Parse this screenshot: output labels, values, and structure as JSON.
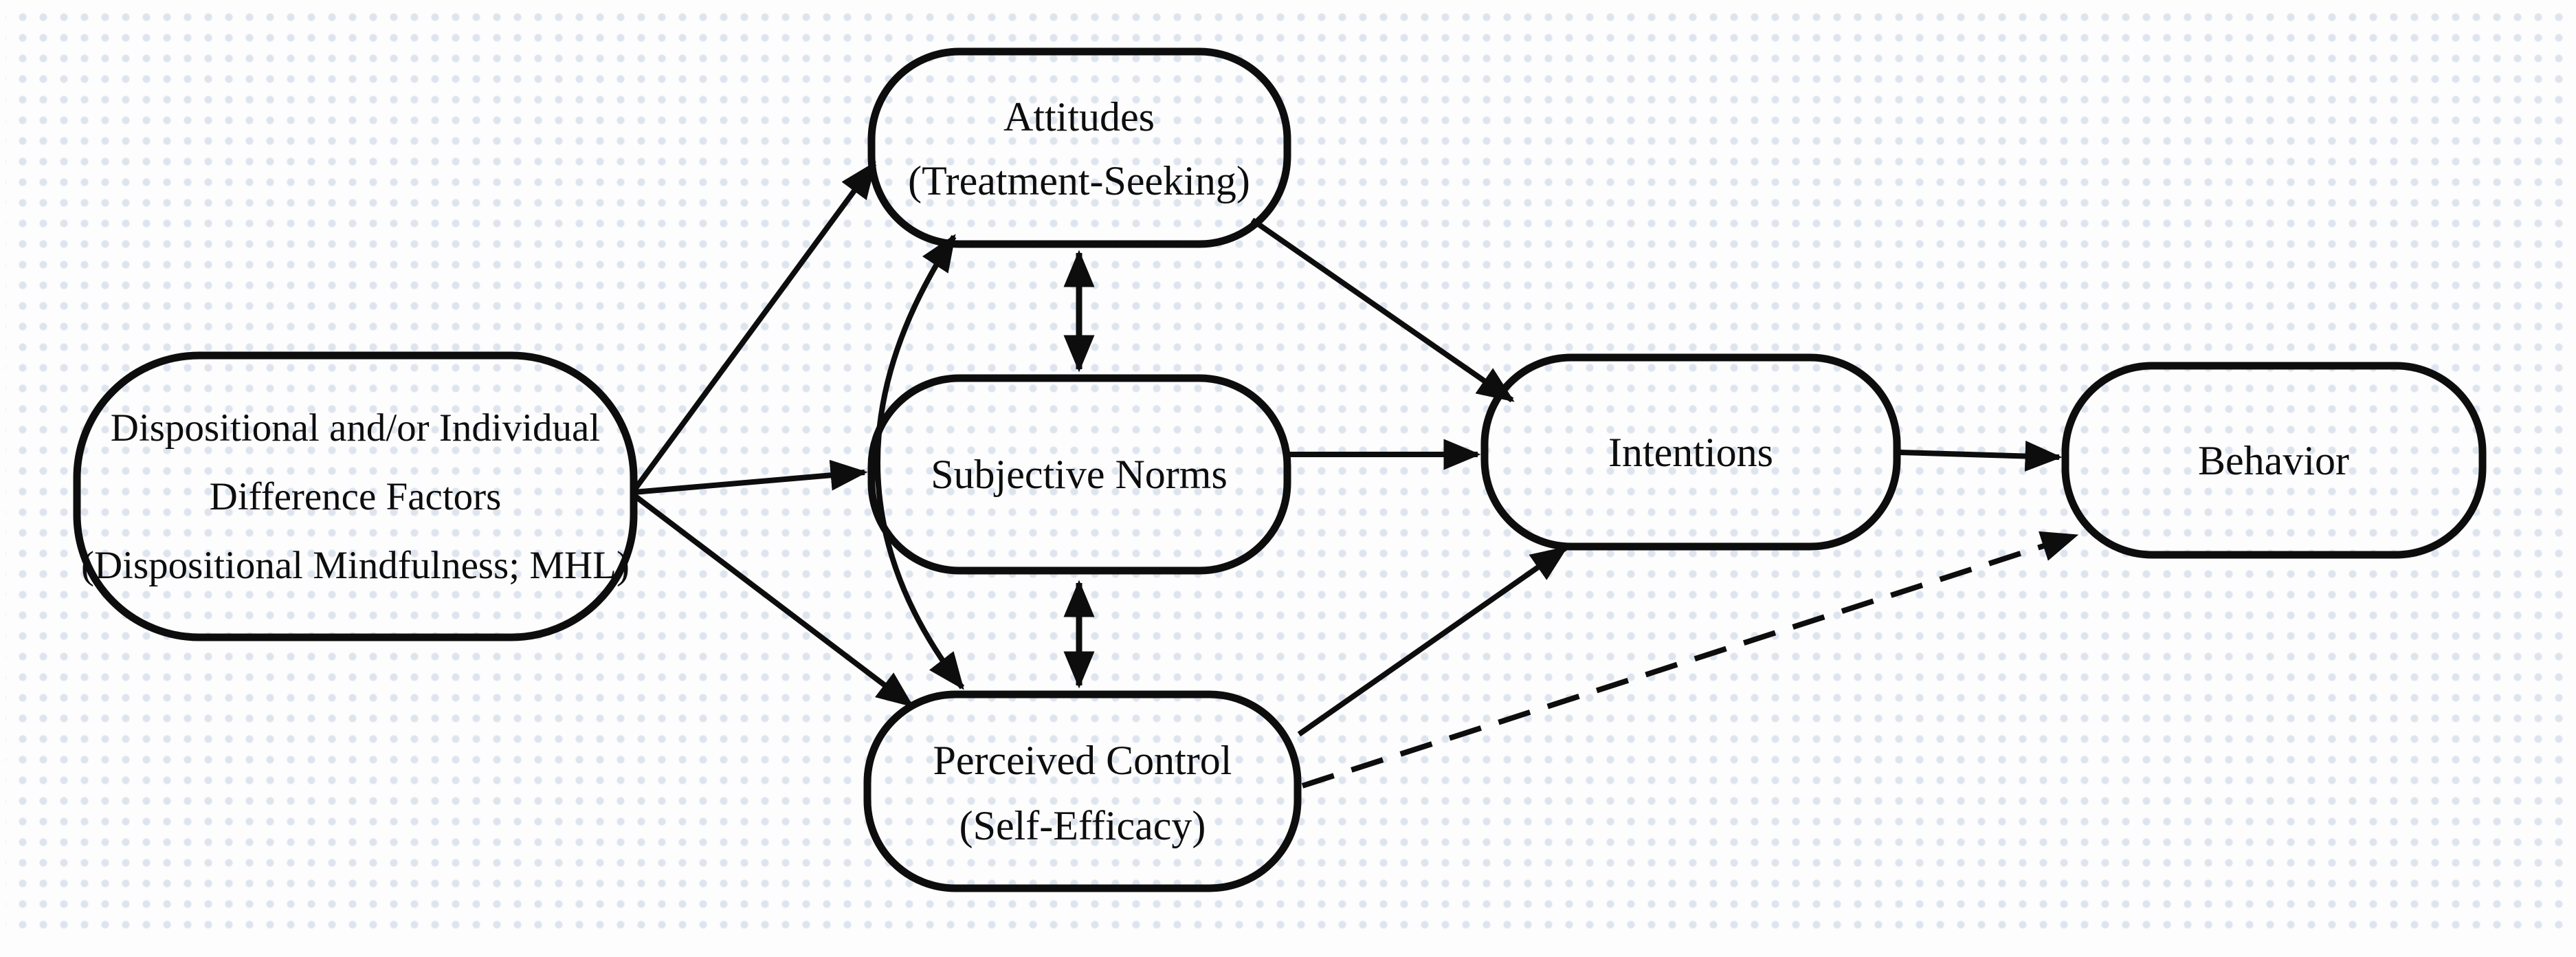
{
  "diagram": {
    "type": "path-model-flowchart",
    "background": {
      "base_color": "#fdfdfe",
      "dot_color": "#dde4ee",
      "line_color": "#0d0d0d",
      "text_color": "#0d0d0d"
    },
    "nodes": {
      "dispositional": {
        "label": "Dispositional and/or Individual Difference Factors (Dispositional Mindfulness; MHL)",
        "lines": [
          "Dispositional and/or Individual",
          "Difference Factors",
          "(Dispositional Mindfulness; MHL)"
        ]
      },
      "attitudes": {
        "label": "Attitudes (Treatment-Seeking)",
        "lines": [
          "Attitudes",
          "(Treatment-Seeking)"
        ]
      },
      "subjective_norms": {
        "label": "Subjective Norms",
        "lines": [
          "Subjective Norms"
        ]
      },
      "perceived_control": {
        "label": "Perceived Control (Self-Efficacy)",
        "lines": [
          "Perceived Control",
          "(Self-Efficacy)"
        ]
      },
      "intentions": {
        "label": "Intentions",
        "lines": [
          "Intentions"
        ]
      },
      "behavior": {
        "label": "Behavior",
        "lines": [
          "Behavior"
        ]
      }
    },
    "edges": [
      {
        "from": "dispositional",
        "to": "attitudes",
        "style": "solid",
        "arrows": "single"
      },
      {
        "from": "dispositional",
        "to": "subjective_norms",
        "style": "solid",
        "arrows": "single"
      },
      {
        "from": "dispositional",
        "to": "perceived_control",
        "style": "solid",
        "arrows": "single"
      },
      {
        "from": "attitudes",
        "to": "subjective_norms",
        "style": "solid",
        "arrows": "double"
      },
      {
        "from": "subjective_norms",
        "to": "perceived_control",
        "style": "solid",
        "arrows": "double"
      },
      {
        "from": "attitudes",
        "to": "perceived_control",
        "style": "solid",
        "arrows": "double",
        "curved": true
      },
      {
        "from": "attitudes",
        "to": "intentions",
        "style": "solid",
        "arrows": "single"
      },
      {
        "from": "subjective_norms",
        "to": "intentions",
        "style": "solid",
        "arrows": "single"
      },
      {
        "from": "perceived_control",
        "to": "intentions",
        "style": "solid",
        "arrows": "single"
      },
      {
        "from": "intentions",
        "to": "behavior",
        "style": "solid",
        "arrows": "single"
      },
      {
        "from": "perceived_control",
        "to": "behavior",
        "style": "dashed",
        "arrows": "single"
      }
    ]
  }
}
